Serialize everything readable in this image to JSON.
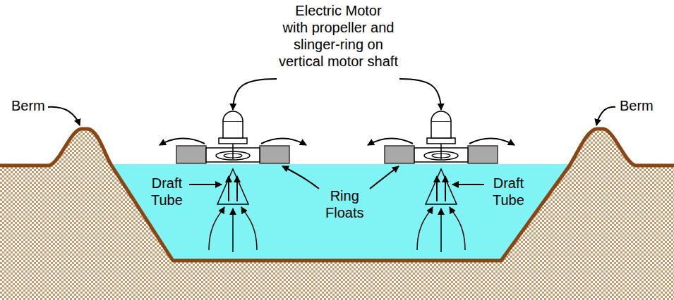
{
  "diagram": {
    "labels": [
      "Electric Motor with propeller and slinger-ring on vertical motor shaft",
      "Berm",
      "Berm",
      "Draft Tube",
      "Ring Floats",
      "Draft Tube"
    ]
  }
}
